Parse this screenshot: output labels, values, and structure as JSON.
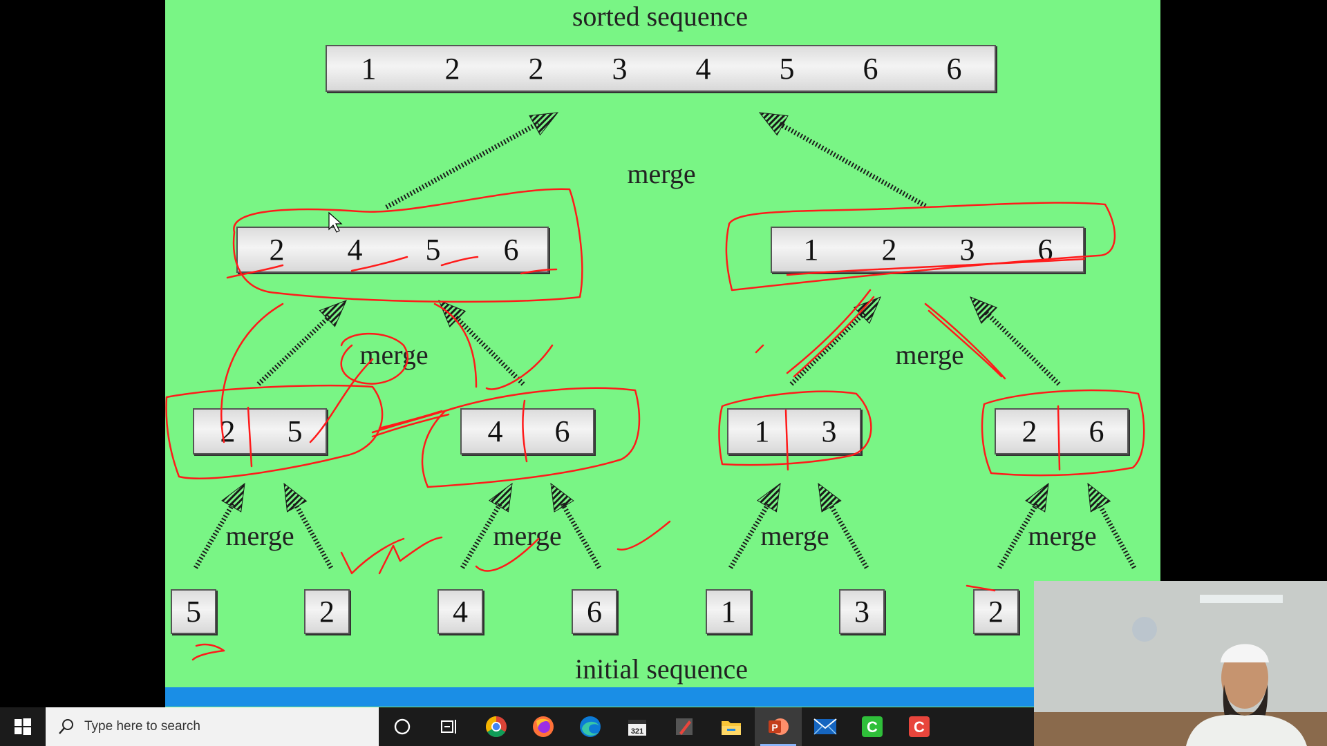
{
  "slide": {
    "top_label": "sorted sequence",
    "bottom_label": "initial sequence",
    "merge_label": "merge",
    "rows": {
      "sorted": [
        [
          "1",
          "2",
          "2",
          "3",
          "4",
          "5",
          "6",
          "6"
        ]
      ],
      "level2": [
        [
          "2",
          "4",
          "5",
          "6"
        ],
        [
          "1",
          "2",
          "3",
          "6"
        ]
      ],
      "level1": [
        [
          "2",
          "5"
        ],
        [
          "4",
          "6"
        ],
        [
          "1",
          "3"
        ],
        [
          "2",
          "6"
        ]
      ],
      "initial": [
        "5",
        "2",
        "4",
        "6",
        "1",
        "3",
        "2"
      ]
    },
    "colors": {
      "background": "#79f585",
      "annotation": "#ff1a1a",
      "arrow": "#1a1a1a"
    }
  },
  "taskbar": {
    "search_placeholder": "Type here to search",
    "icons": [
      {
        "name": "cortana-icon"
      },
      {
        "name": "task-view-icon"
      },
      {
        "name": "chrome-icon"
      },
      {
        "name": "firefox-icon"
      },
      {
        "name": "edge-icon"
      },
      {
        "name": "calendar-app-icon",
        "text": "321"
      },
      {
        "name": "drawing-app-icon"
      },
      {
        "name": "file-explorer-icon"
      },
      {
        "name": "powerpoint-icon",
        "text": "P",
        "active": true
      },
      {
        "name": "mail-app-icon"
      },
      {
        "name": "camtasia-green-icon",
        "text": "C"
      },
      {
        "name": "camtasia-red-icon",
        "text": "C"
      }
    ]
  }
}
